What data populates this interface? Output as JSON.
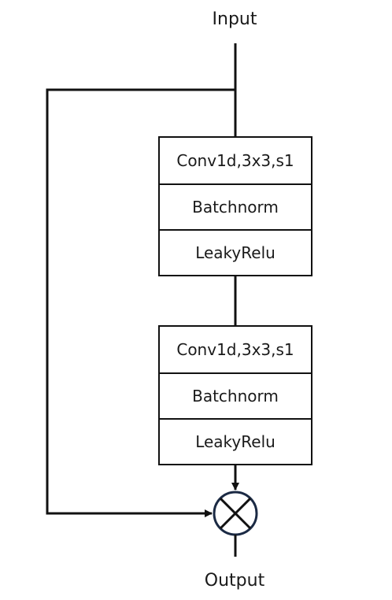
{
  "input_label": "Input",
  "output_label": "Output",
  "blocks": [
    {
      "layers": [
        "Conv1d,3x3,s1",
        "Batchnorm",
        "LeakyRelu"
      ]
    },
    {
      "layers": [
        "Conv1d,3x3,s1",
        "Batchnorm",
        "LeakyRelu"
      ]
    }
  ],
  "operator_icon": "multiply-circle-icon"
}
